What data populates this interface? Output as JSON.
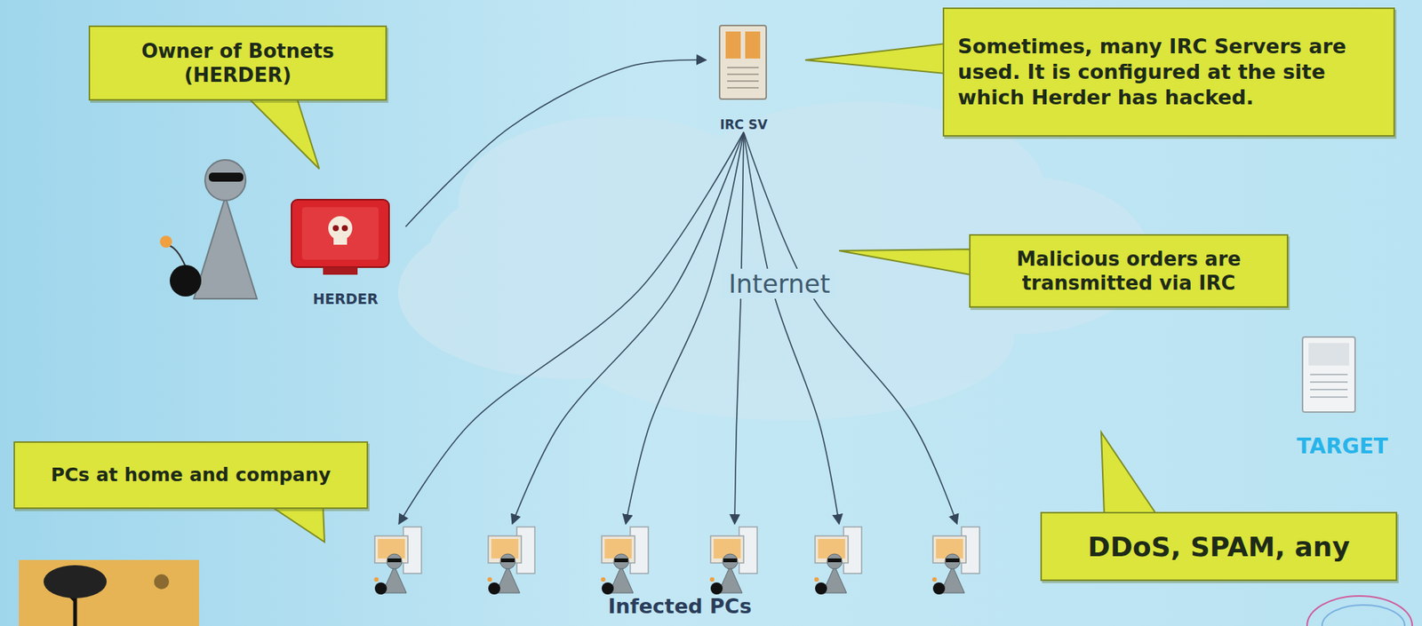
{
  "diagram": {
    "nodes": [
      {
        "text": [
          "Owner of Botnets (HERDER)"
        ]
      },
      {
        "text": [
          "IRC SV"
        ]
      },
      {
        "text": [
          "Sometimes, many IRC Servers are used. It is configured at the site which Herder has hacked."
        ]
      },
      {
        "text": [
          "HERDER"
        ]
      },
      {
        "text": [
          "Malicious orders are transmitted via IRC"
        ]
      },
      {
        "text": [
          "TARGET"
        ]
      },
      {
        "text": [
          "PCs at home and company"
        ]
      },
      {
        "text": [
          "DDoS, SPAM, any"
        ]
      },
      {
        "text": [
          "Infected PCs"
        ]
      }
    ],
    "edges": [
      {
        "from": 3,
        "to": 1,
        "arrow": "to"
      },
      {
        "from": 1,
        "to": 8,
        "arrow": "to"
      },
      {
        "from": 1,
        "to": 8,
        "arrow": "to"
      },
      {
        "from": 1,
        "to": 8,
        "arrow": "to"
      },
      {
        "from": 1,
        "to": 8,
        "arrow": "to"
      },
      {
        "from": 1,
        "to": 8,
        "arrow": "to"
      },
      {
        "from": 1,
        "to": 8,
        "arrow": "to"
      }
    ],
    "labels": [
      "Internet"
    ]
  }
}
